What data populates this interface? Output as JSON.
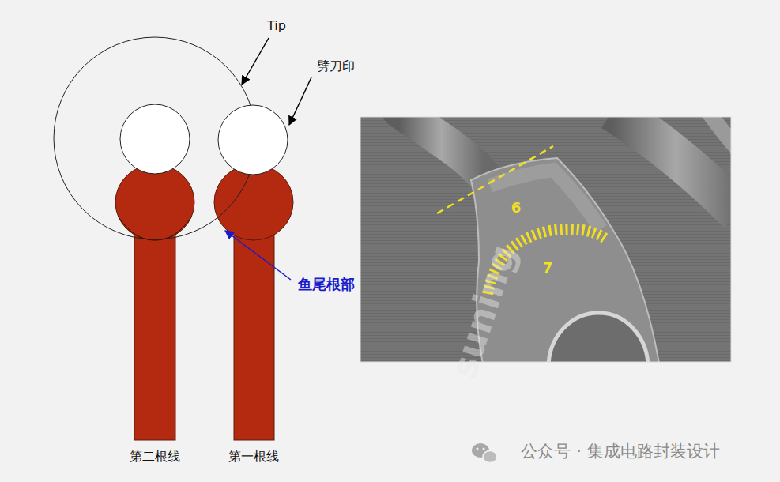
{
  "diagram": {
    "labels": [
      "Tip",
      "劈刀印",
      "鱼尾根部",
      "6",
      "7",
      "第二根线",
      "第一根线",
      "suning",
      "公众号 · 集成电路封装设计"
    ]
  }
}
